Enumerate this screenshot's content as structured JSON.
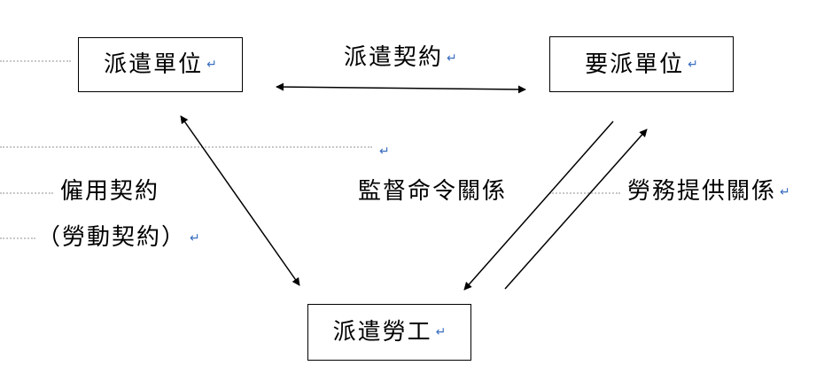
{
  "nodes": {
    "dispatch_unit": "派遣單位",
    "requesting_unit": "要派單位",
    "dispatched_worker": "派遣勞工"
  },
  "relations": {
    "dispatch_contract": "派遣契約",
    "employment_contract": "僱用契約",
    "labor_contract": "（勞動契約）",
    "supervision_relation": "監督命令關係",
    "labor_provision_relation": "勞務提供關係"
  },
  "marks": {
    "paragraph_mark": "↵"
  }
}
